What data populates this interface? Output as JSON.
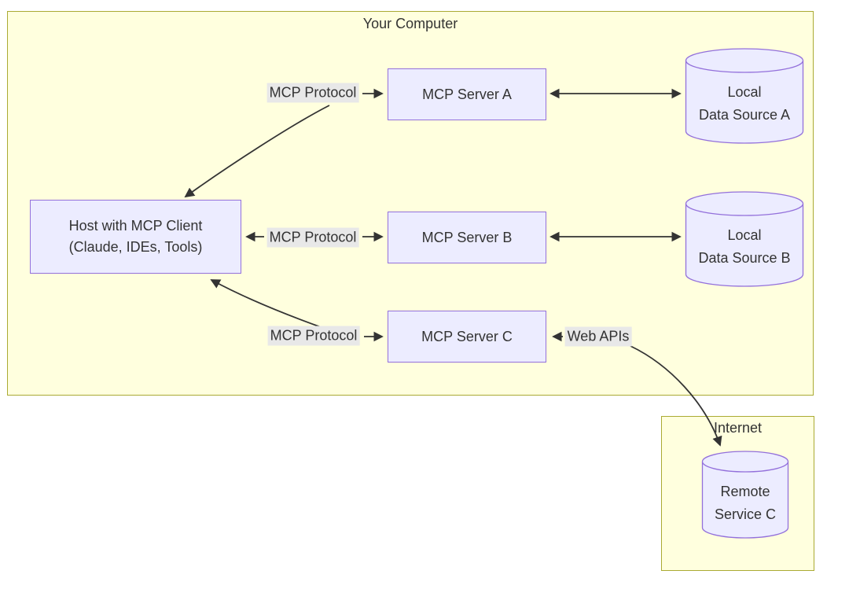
{
  "diagram": {
    "groups": {
      "your_computer": {
        "label": "Your Computer"
      },
      "internet": {
        "label": "Internet"
      }
    },
    "nodes": {
      "host": {
        "line1": "Host with MCP Client",
        "line2": "(Claude, IDEs, Tools)"
      },
      "server_a": {
        "label": "MCP Server A"
      },
      "server_b": {
        "label": "MCP Server B"
      },
      "server_c": {
        "label": "MCP Server C"
      },
      "data_source_a": {
        "line1": "Local",
        "line2": "Data Source A"
      },
      "data_source_b": {
        "line1": "Local",
        "line2": "Data Source B"
      },
      "remote_service_c": {
        "line1": "Remote",
        "line2": "Service C"
      }
    },
    "edges": {
      "host_server_a": {
        "label": "MCP Protocol"
      },
      "host_server_b": {
        "label": "MCP Protocol"
      },
      "host_server_c": {
        "label": "MCP Protocol"
      },
      "server_c_remote": {
        "label": "Web APIs"
      }
    },
    "colors": {
      "group_fill": "#ffffde",
      "group_border": "#aaaa33",
      "node_fill": "#ECECFF",
      "node_border": "#9370DB",
      "edge_label_bg": "#e8e8e8",
      "line": "#333333",
      "text": "#333333"
    }
  }
}
